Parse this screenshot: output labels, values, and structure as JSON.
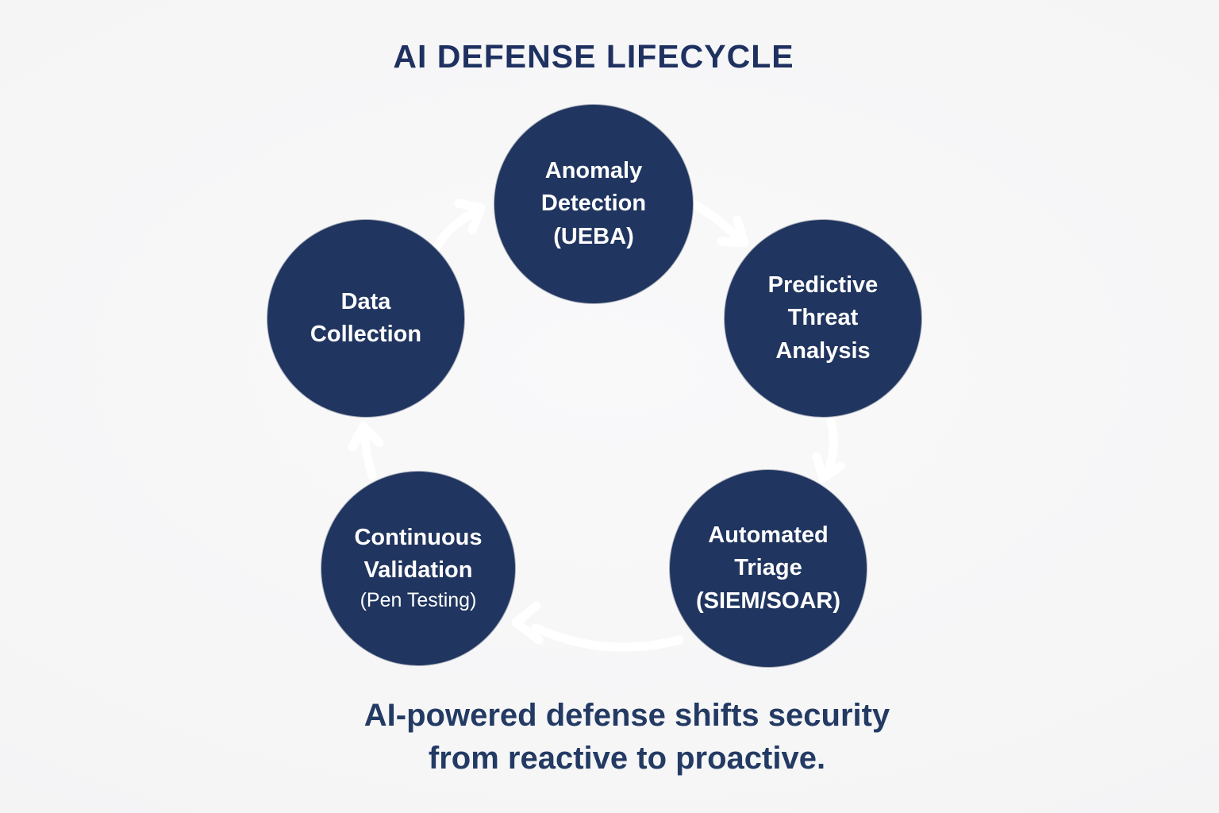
{
  "title": "AI DEFENSE LIFECYCLE",
  "caption": {
    "line1": "AI-powered defense shifts security",
    "line2": "from reactive to proactive."
  },
  "nodes": {
    "anomaly": {
      "line1": "Anomaly",
      "line2": "Detection",
      "line3": "(UEBA)"
    },
    "predictive": {
      "line1": "Predictive",
      "line2": "Threat",
      "line3": "Analysis"
    },
    "automated": {
      "line1": "Automated",
      "line2": "Triage",
      "line3": "(SIEM/SOAR)"
    },
    "continuous": {
      "line1": "Continuous",
      "line2": "Validation",
      "sublabel": "(Pen Testing)"
    },
    "data": {
      "line1": "Data",
      "line2": "Collection"
    }
  },
  "cycle_sequence": [
    "Data Collection",
    "Anomaly Detection (UEBA)",
    "Predictive Threat Analysis",
    "Automated Triage (SIEM/SOAR)",
    "Continuous Validation (Pen Testing)"
  ],
  "colors": {
    "node_fill": "#20355f",
    "node_text": "#ffffff",
    "title_text": "#1e3160",
    "caption_text": "#233a63",
    "arrow": "#ffffff",
    "background": "#f5f5f6"
  }
}
